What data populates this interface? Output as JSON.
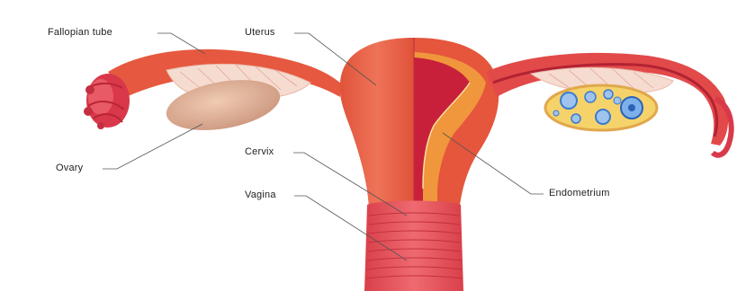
{
  "labels": {
    "fallopian_tube": "Fallopian tube",
    "uterus": "Uterus",
    "cervix": "Cervix",
    "vagina": "Vagina",
    "ovary": "Ovary",
    "endometrium": "Endometrium"
  },
  "colors": {
    "outer_tissue": "#e8573f",
    "tissue_light": "#f07a5c",
    "inner_cavity": "#c8203a",
    "endometrium_layer": "#f0963c",
    "ovary": "#d9a990",
    "follicle": "#3a7ad0",
    "ovary_section": "#f5d36a",
    "leader_line": "#555555"
  }
}
